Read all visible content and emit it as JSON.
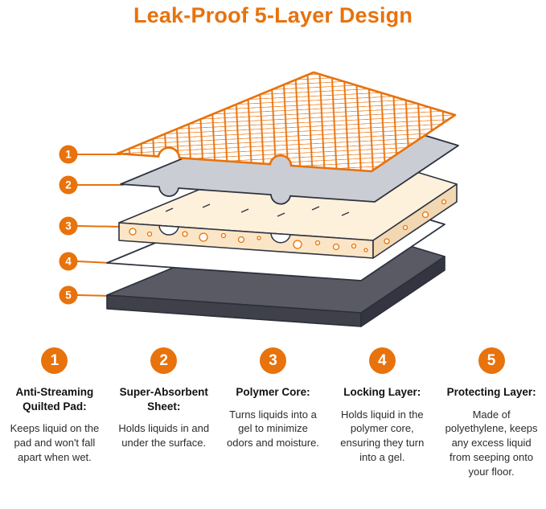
{
  "title": "Leak-Proof 5-Layer Design",
  "colors": {
    "accent": "#E8720C",
    "outline": "#2E3340",
    "absorbent_sheet_gray": "#CACDD4",
    "polymer_core_cream": "#FAE6C6",
    "protecting_layer_dark": "#595A64"
  },
  "diagram": {
    "markers": [
      {
        "number": "1"
      },
      {
        "number": "2"
      },
      {
        "number": "3"
      },
      {
        "number": "4"
      },
      {
        "number": "5"
      }
    ]
  },
  "legend": {
    "items": [
      {
        "number": "1",
        "heading": "Anti-Streaming Quilted Pad:",
        "description": "Keeps liquid on the pad and won't fall apart when wet."
      },
      {
        "number": "2",
        "heading": "Super-Absorbent Sheet:",
        "description": "Holds liquids in and under the surface."
      },
      {
        "number": "3",
        "heading": "Polymer Core:",
        "description": "Turns liquids into a gel to minimize odors and moisture."
      },
      {
        "number": "4",
        "heading": "Locking Layer:",
        "description": "Holds liquid in the polymer core, ensuring they turn into a gel."
      },
      {
        "number": "5",
        "heading": "Protecting Layer:",
        "description": "Made of polyethylene, keeps any excess liquid from seeping onto your floor."
      }
    ]
  }
}
